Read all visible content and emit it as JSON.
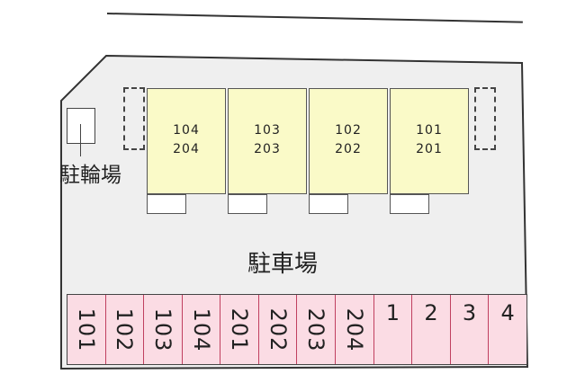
{
  "bicycle_parking_label": "駐輪場",
  "parking_label": "駐車場",
  "units": [
    {
      "upper": "104",
      "lower": "204"
    },
    {
      "upper": "103",
      "lower": "203"
    },
    {
      "upper": "102",
      "lower": "202"
    },
    {
      "upper": "101",
      "lower": "201"
    }
  ],
  "parking_spaces": [
    {
      "label": "101",
      "vertical": true
    },
    {
      "label": "102",
      "vertical": true
    },
    {
      "label": "103",
      "vertical": true
    },
    {
      "label": "104",
      "vertical": true
    },
    {
      "label": "201",
      "vertical": true
    },
    {
      "label": "202",
      "vertical": true
    },
    {
      "label": "203",
      "vertical": true
    },
    {
      "label": "204",
      "vertical": true
    },
    {
      "label": "1",
      "vertical": false
    },
    {
      "label": "2",
      "vertical": false
    },
    {
      "label": "3",
      "vertical": false
    },
    {
      "label": "4",
      "vertical": false
    }
  ],
  "colors": {
    "lot": "#efefef",
    "unit_fill": "#fafac8",
    "space_fill": "#fbdce4",
    "space_border": "#c04060"
  }
}
